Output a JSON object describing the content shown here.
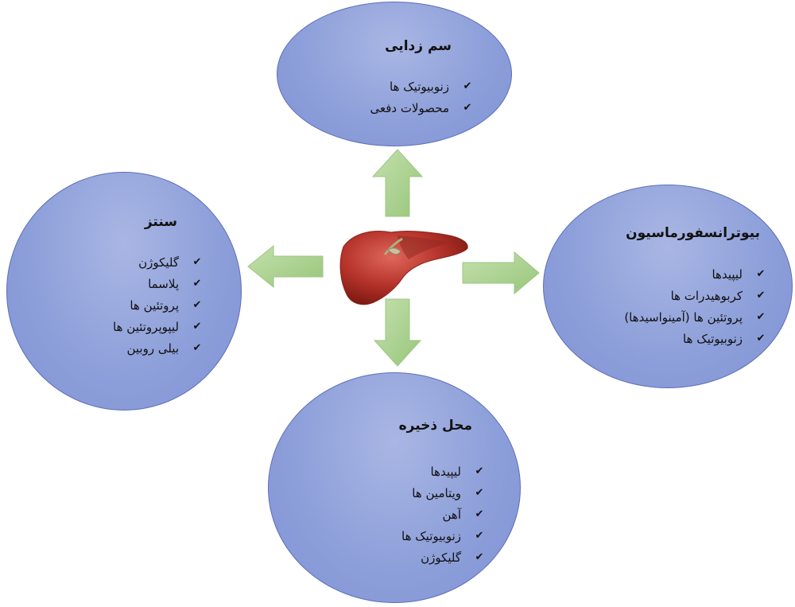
{
  "diagram": {
    "top": {
      "title": "سم زدایی",
      "items": [
        "زنوبیوتیک ها",
        "محصولات دفعی"
      ]
    },
    "left": {
      "title": "سنتز",
      "items": [
        "گلیکوژن",
        "پلاسما",
        "پروتئین ها",
        "لیپوپروتئین ها",
        "بیلی روبین"
      ]
    },
    "right": {
      "title": "بیوترانسفورماسیون",
      "items": [
        "لیپیدها",
        "کربوهیدرات ها",
        "پروتئین ها (آمینواسیدها)",
        "زنوبیوتیک ها"
      ]
    },
    "bottom": {
      "title": "محل ذخیره",
      "items": [
        "لیپیدها",
        "ویتامین ها",
        "آهن",
        "زنوبیوتیک ها",
        "گلیکوژن"
      ]
    },
    "check_glyph": "✔",
    "colors": {
      "bubble": "#8ea0da",
      "arrow": "#a8d08d",
      "liver": "#b5332a"
    },
    "center_icon": "liver-icon"
  }
}
